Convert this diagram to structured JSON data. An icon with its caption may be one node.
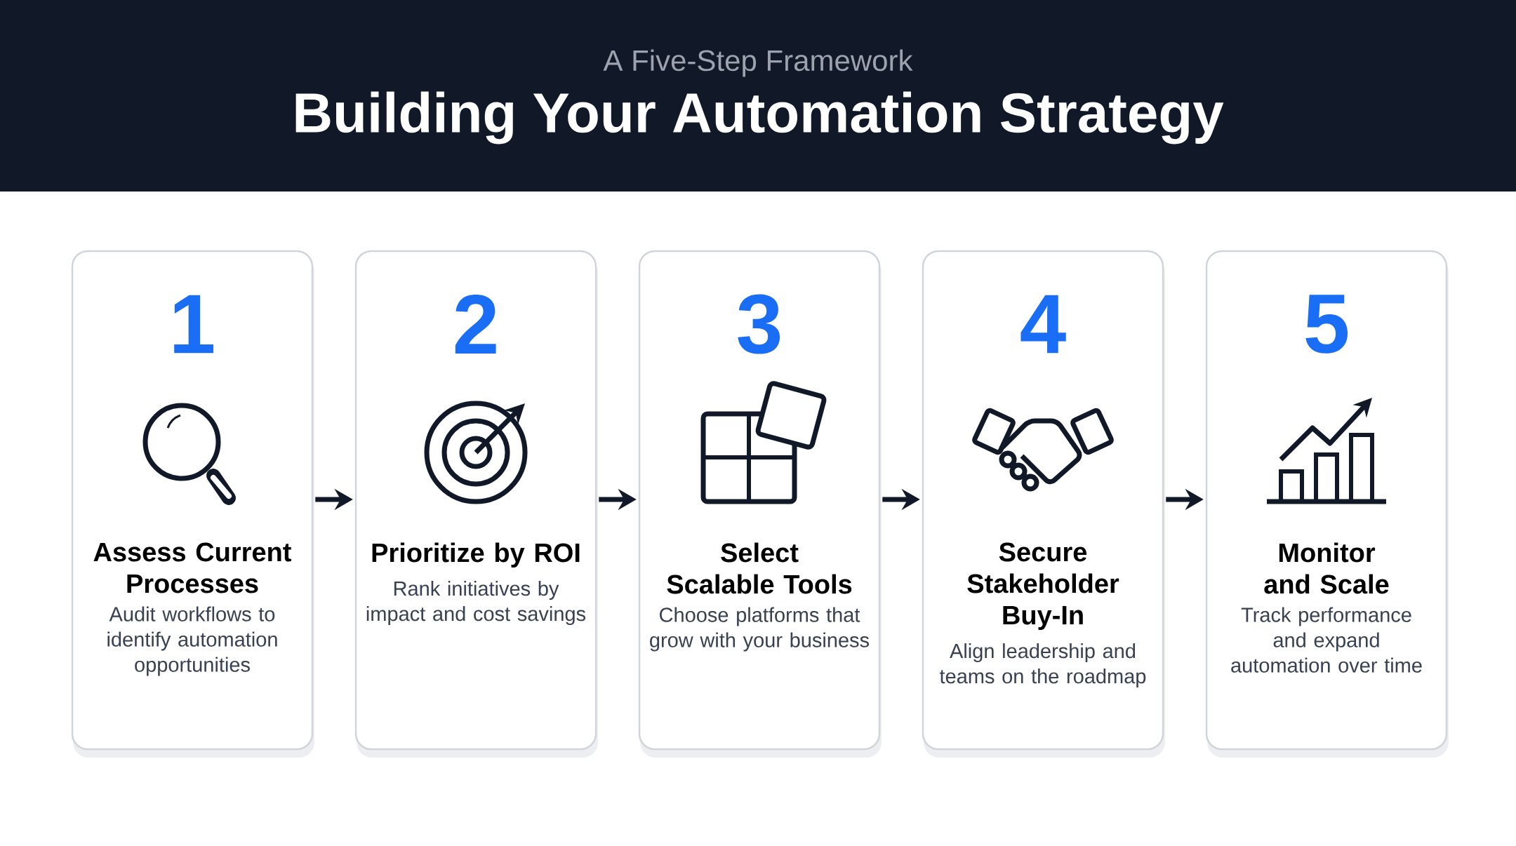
{
  "diagram": {
    "title": "Building Your Automation Strategy",
    "nodes": [
      {
        "text": [
          "1",
          "Assess Current Processes",
          "Audit workflows to identify automation opportunities"
        ]
      },
      {
        "text": [
          "2",
          "Prioritize by ROI",
          "Rank initiatives by impact and cost savings"
        ]
      },
      {
        "text": [
          "3",
          "Select Scalable Tools",
          "Choose platforms that grow with your business"
        ]
      },
      {
        "text": [
          "4",
          "Secure Stakeholder Buy-In",
          "Align leadership and teams on the roadmap"
        ]
      },
      {
        "text": [
          "5",
          "Monitor and Scale",
          "Track performance and expand automation over time"
        ]
      }
    ],
    "edges": [
      {
        "from": 0,
        "to": 1,
        "arrow": "to"
      },
      {
        "from": 1,
        "to": 2,
        "arrow": "to"
      },
      {
        "from": 2,
        "to": 3,
        "arrow": "to"
      },
      {
        "from": 3,
        "to": 4,
        "arrow": "to"
      }
    ],
    "labels": [
      "A Five-Step Framework"
    ]
  }
}
